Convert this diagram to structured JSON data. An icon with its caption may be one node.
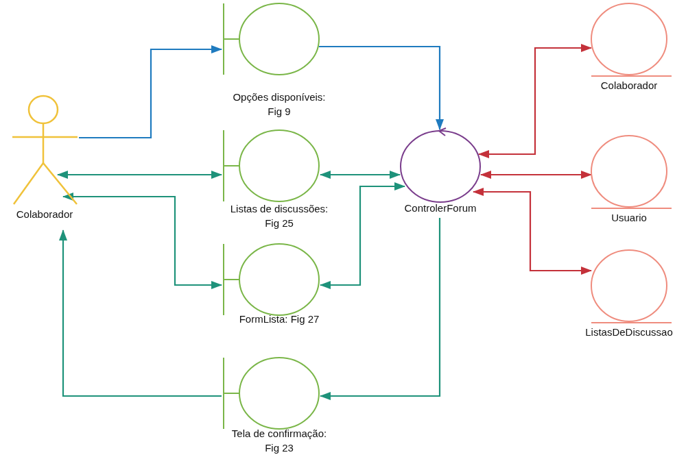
{
  "diagram": {
    "nodes": [
      {
        "text": [
          "Colaborador"
        ]
      },
      {
        "text": [
          "Opções disponíveis: Fig 9"
        ]
      },
      {
        "text": [
          "Listas de discussões: Fig 25"
        ]
      },
      {
        "text": [
          "FormLista: Fig 27"
        ]
      },
      {
        "text": [
          "Tela de confirmação: Fig 23"
        ]
      },
      {
        "text": [
          "ControlerForum"
        ]
      },
      {
        "text": [
          "Colaborador"
        ]
      },
      {
        "text": [
          "Usuario"
        ]
      },
      {
        "text": [
          "ListasDeDiscussao"
        ]
      }
    ],
    "edges": [
      {
        "from": 0,
        "to": 1,
        "arrow": "to",
        "color": "#1f7bbf"
      },
      {
        "from": 1,
        "to": 5,
        "arrow": "to",
        "color": "#1f7bbf"
      },
      {
        "from": 0,
        "to": 2,
        "arrow": "both"
      },
      {
        "from": 0,
        "to": 3,
        "arrow": "both"
      },
      {
        "from": 2,
        "to": 5,
        "arrow": "both"
      },
      {
        "from": 3,
        "to": 5,
        "arrow": "both"
      },
      {
        "from": 5,
        "to": 4,
        "arrow": "to"
      },
      {
        "from": 4,
        "to": 0,
        "arrow": "to"
      },
      {
        "from": 5,
        "to": 6,
        "arrow": "both",
        "color": "#c4313a"
      },
      {
        "from": 5,
        "to": 7,
        "arrow": "both",
        "color": "#c4313a"
      },
      {
        "from": 5,
        "to": 8,
        "arrow": "both",
        "color": "#c4313a"
      }
    ]
  }
}
